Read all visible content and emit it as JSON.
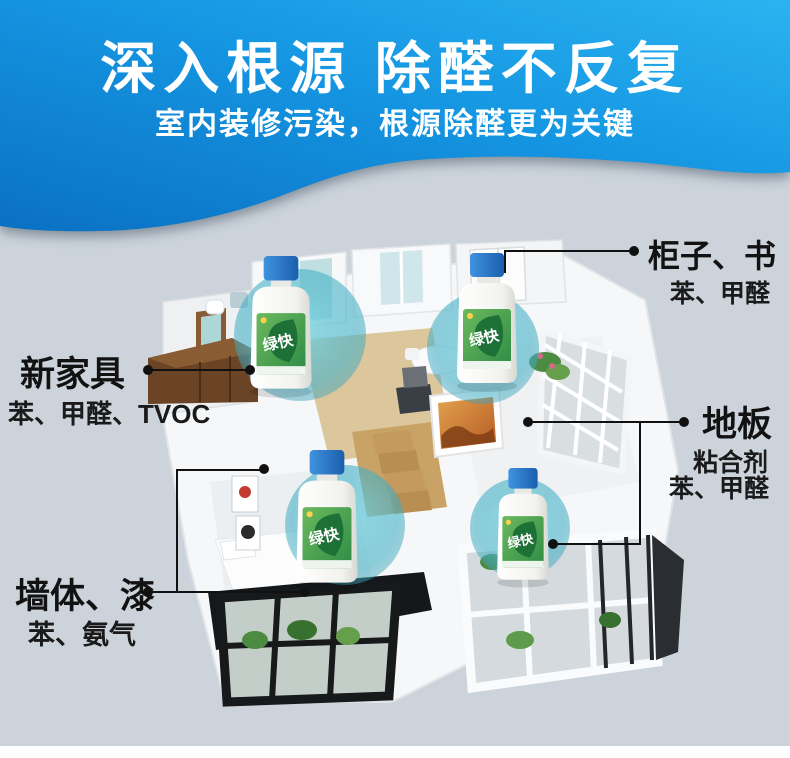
{
  "header": {
    "title": "深入根源 除醛不反复",
    "subtitle": "室内装修污染，根源除醛更为关键",
    "gradient_start": "#0a70c2",
    "gradient_end": "#2ab3f0",
    "text_color": "#ffffff"
  },
  "page": {
    "background_color": "#ccd3da",
    "footer_strip_color": "#ffffff",
    "callout_line_color": "#111111"
  },
  "product": {
    "brand": "绿快",
    "cap_color": "#2479cf",
    "label_color": "#46a04e",
    "glow_color": "#4ab5c8"
  },
  "callouts": {
    "cabinet": {
      "label": "柜子、书",
      "sub": "苯、甲醛"
    },
    "furniture": {
      "label": "新家具",
      "sub": "苯、甲醛、TVOC"
    },
    "floor": {
      "label": "地板",
      "sub1": "粘合剂",
      "sub2": "苯、甲醛"
    },
    "wall": {
      "label": "墙体、漆",
      "sub": "苯、氨气"
    }
  }
}
